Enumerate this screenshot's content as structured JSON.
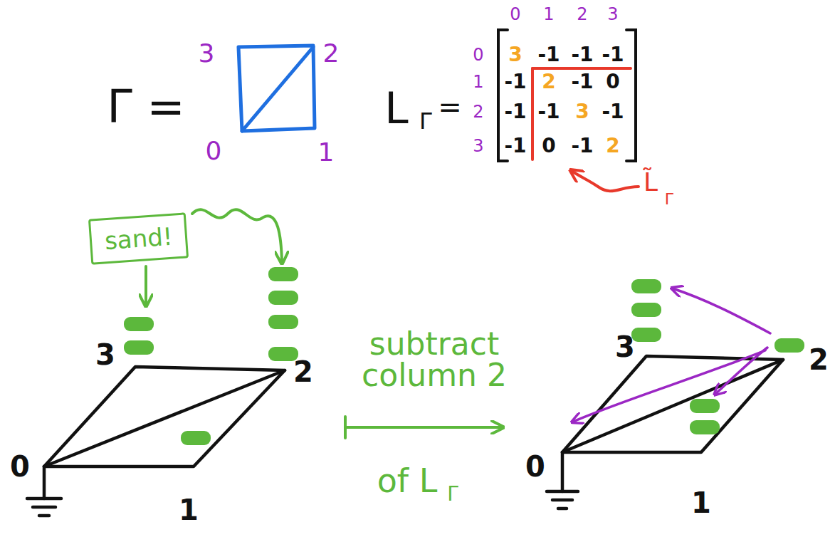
{
  "diagram": {
    "nodes": [
      {
        "text": [
          "sand!"
        ]
      }
    ],
    "labels": [
      "Γ =",
      "3",
      "2",
      "0",
      "1",
      "L",
      "Γ",
      "=",
      "0",
      "1",
      "2",
      "3",
      "0",
      "1",
      "2",
      "3",
      "3",
      "-1",
      "-1",
      "-1",
      "-1",
      "2",
      "-1",
      "0",
      "-1",
      "-1",
      "3",
      "-1",
      "-1",
      "0",
      "-1",
      "2",
      "L̃",
      "Γ",
      "3",
      "2",
      "0",
      "1",
      "subtract column 2",
      "of L",
      "Γ",
      "3",
      "2",
      "0",
      "1"
    ]
  }
}
